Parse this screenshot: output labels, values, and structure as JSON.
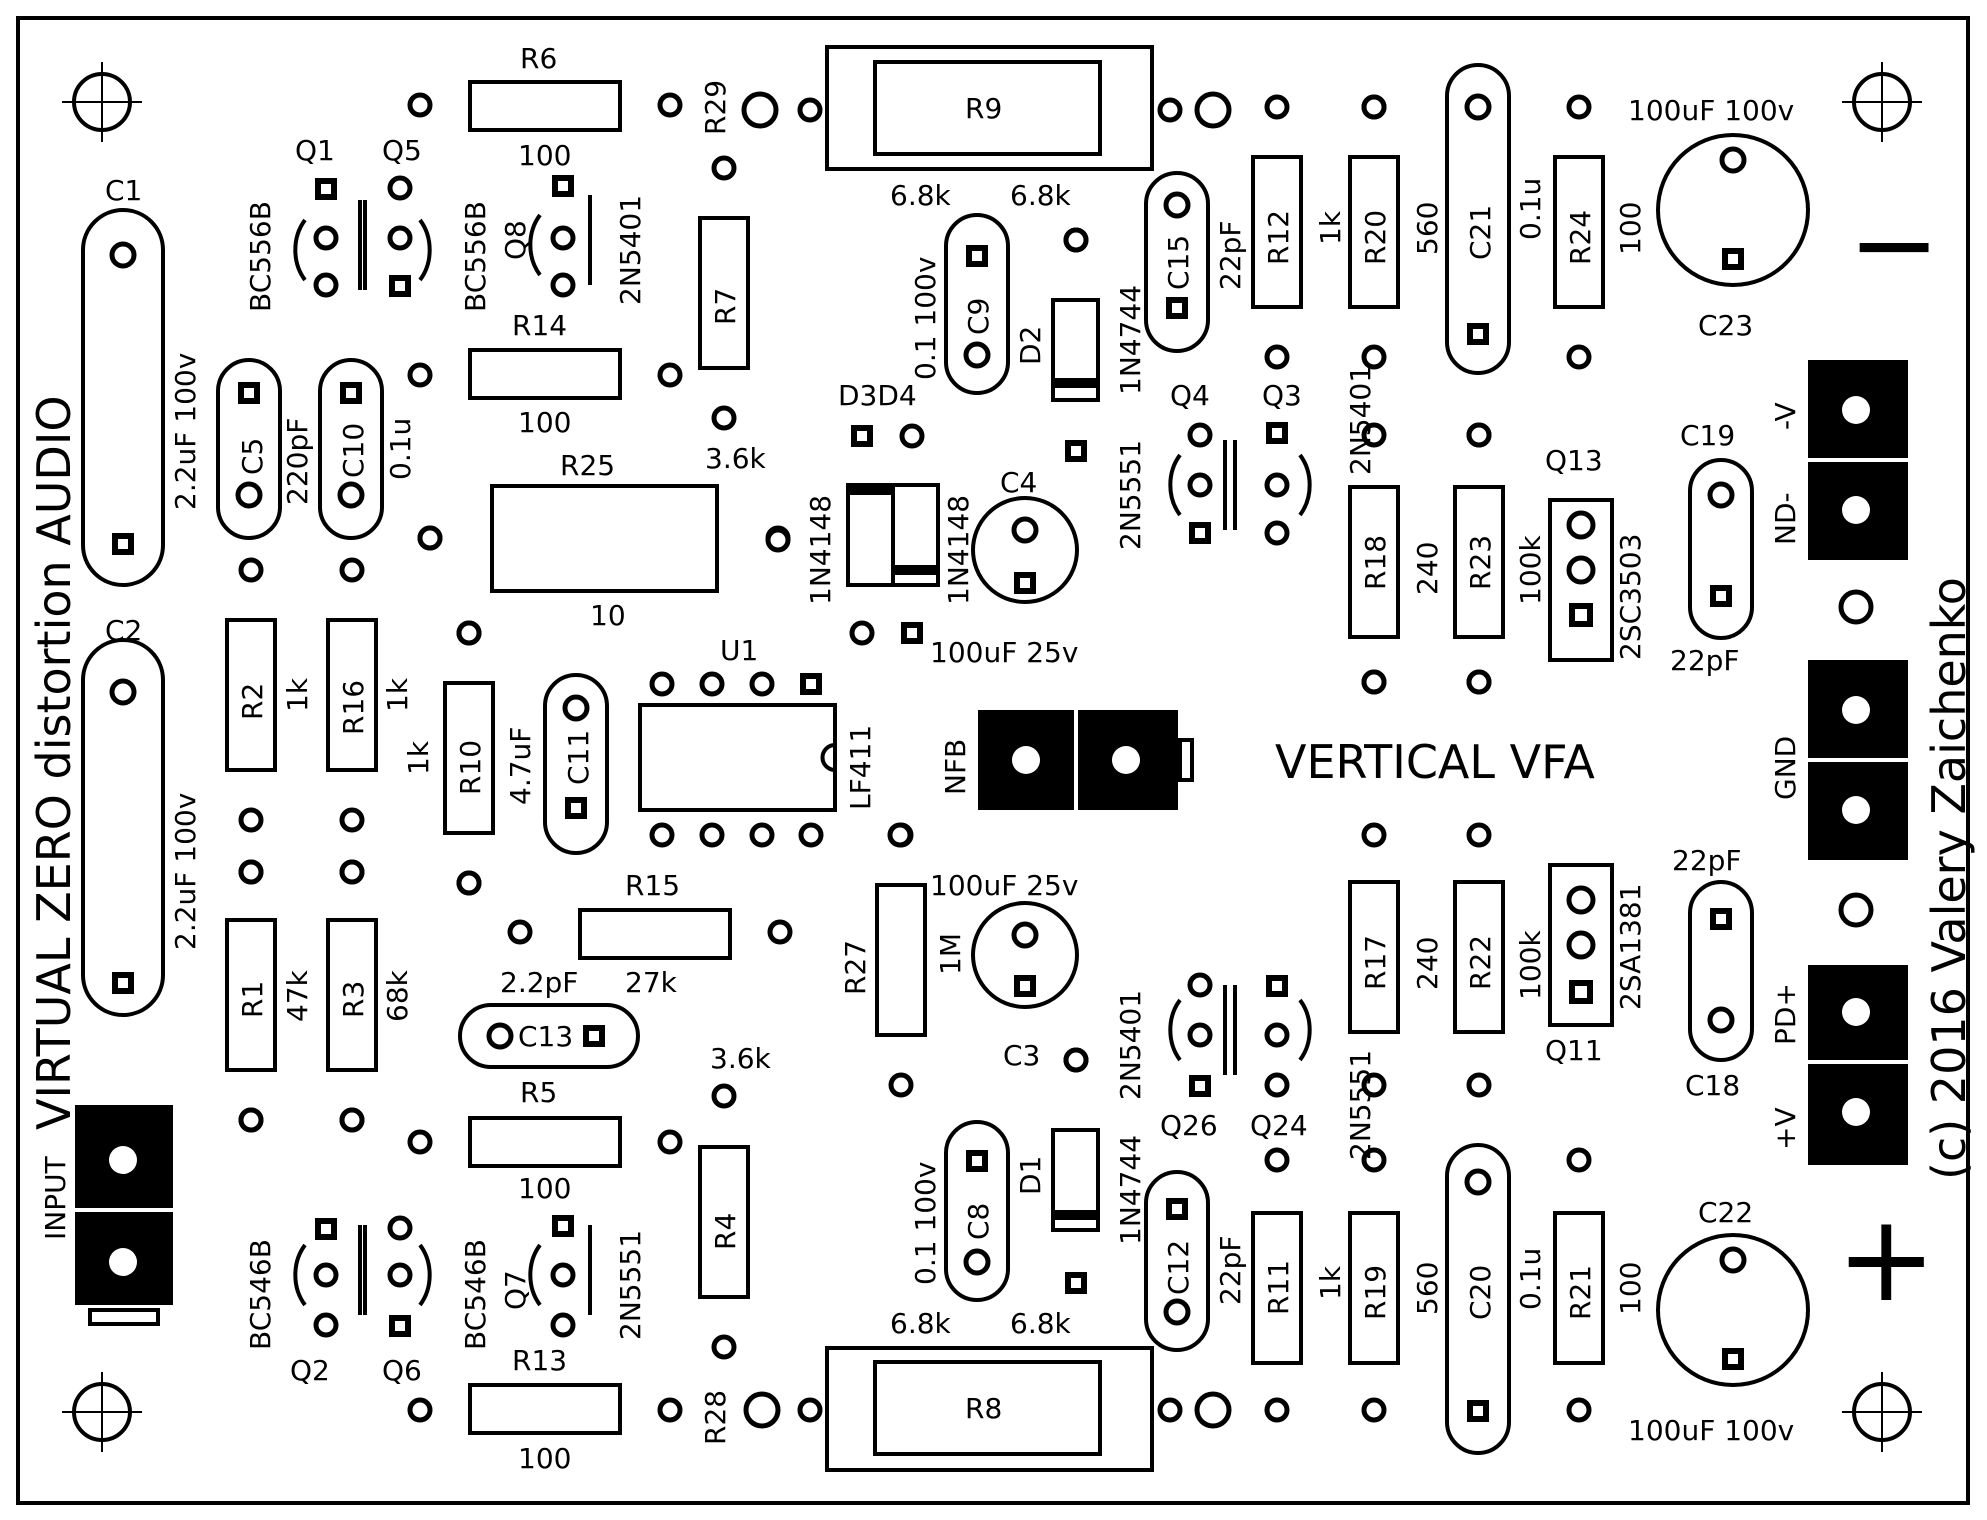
{
  "board": {
    "title": "VIRTUAL ZERO distortion AUDIO",
    "subtitle": "VERTICAL VFA",
    "credit": "(c) 2016 Valery Zaichenko"
  },
  "connectors": {
    "input": "INPUT",
    "nfb": "NFB",
    "nd_minus": "ND-",
    "minus_v": "-V",
    "gnd": "GND",
    "pd_plus": "PD+",
    "plus_v": "+V",
    "minus_sign": "−",
    "plus_sign": "+"
  },
  "resistors": {
    "R1": {
      "ref": "R1",
      "value": "47k"
    },
    "R2": {
      "ref": "R2",
      "value": "1k"
    },
    "R3": {
      "ref": "R3",
      "value": "68k"
    },
    "R4": {
      "ref": "R4",
      "value": "3.6k"
    },
    "R5": {
      "ref": "R5",
      "value": "100"
    },
    "R6": {
      "ref": "R6",
      "value": "100"
    },
    "R7": {
      "ref": "R7",
      "value": "3.6k"
    },
    "R8": {
      "ref": "R8",
      "value": "6.8k"
    },
    "R9": {
      "ref": "R9",
      "value": "6.8k"
    },
    "R10": {
      "ref": "R10",
      "value": "1k"
    },
    "R11": {
      "ref": "R11",
      "value": "1k"
    },
    "R12": {
      "ref": "R12",
      "value": "1k"
    },
    "R13": {
      "ref": "R13",
      "value": "100"
    },
    "R14": {
      "ref": "R14",
      "value": "100"
    },
    "R15": {
      "ref": "R15",
      "value": "27k"
    },
    "R16": {
      "ref": "R16",
      "value": "1k"
    },
    "R17": {
      "ref": "R17",
      "value": "240"
    },
    "R18": {
      "ref": "R18",
      "value": "240"
    },
    "R19": {
      "ref": "R19",
      "value": "560"
    },
    "R20": {
      "ref": "R20",
      "value": "560"
    },
    "R21": {
      "ref": "R21",
      "value": "100"
    },
    "R22": {
      "ref": "R22",
      "value": "100k"
    },
    "R23": {
      "ref": "R23",
      "value": "100k"
    },
    "R24": {
      "ref": "R24",
      "value": "100"
    },
    "R25": {
      "ref": "R25",
      "value": "10"
    },
    "R27": {
      "ref": "R27",
      "value": "1M"
    },
    "R28": {
      "ref": "R28",
      "value": "6.8k"
    },
    "R29": {
      "ref": "R29",
      "value": "6.8k"
    }
  },
  "capacitors": {
    "C1": {
      "ref": "C1",
      "value": "2.2uF 100v"
    },
    "C2": {
      "ref": "C2",
      "value": "2.2uF 100v"
    },
    "C3": {
      "ref": "C3",
      "value": "100uF 25v"
    },
    "C4": {
      "ref": "C4",
      "value": "100uF 25v"
    },
    "C5": {
      "ref": "C5",
      "value": "220pF"
    },
    "C8": {
      "ref": "C8",
      "value": "0.1 100v"
    },
    "C9": {
      "ref": "C9",
      "value": "0.1 100v"
    },
    "C10": {
      "ref": "C10",
      "value": "0.1u"
    },
    "C11": {
      "ref": "C11",
      "value": "4.7uF"
    },
    "C12": {
      "ref": "C12",
      "value": "22pF"
    },
    "C13": {
      "ref": "C13",
      "value": "2.2pF"
    },
    "C15": {
      "ref": "C15",
      "value": "22pF"
    },
    "C18": {
      "ref": "C18",
      "value": "22pF"
    },
    "C19": {
      "ref": "C19",
      "value": "22pF"
    },
    "C20": {
      "ref": "C20",
      "value": "0.1u"
    },
    "C21": {
      "ref": "C21",
      "value": "0.1u"
    },
    "C22": {
      "ref": "C22",
      "value": "100uF 100v"
    },
    "C23": {
      "ref": "C23",
      "value": "100uF 100v"
    }
  },
  "transistors": {
    "Q1": {
      "ref": "Q1",
      "type": "BC556B"
    },
    "Q2": {
      "ref": "Q2",
      "type": "BC546B"
    },
    "Q3": {
      "ref": "Q3",
      "type": "2N5401"
    },
    "Q4": {
      "ref": "Q4",
      "type": "2N5551"
    },
    "Q5": {
      "ref": "Q5",
      "type": "BC556B"
    },
    "Q6": {
      "ref": "Q6",
      "type": "BC546B"
    },
    "Q7": {
      "ref": "Q7",
      "type": "2N5551"
    },
    "Q8": {
      "ref": "Q8",
      "type": "2N5401"
    },
    "Q11": {
      "ref": "Q11",
      "type": "2SA1381"
    },
    "Q13": {
      "ref": "Q13",
      "type": "2SC3503"
    },
    "Q24": {
      "ref": "Q24",
      "type": "2N5551"
    },
    "Q26": {
      "ref": "Q26",
      "type": "2N5401"
    }
  },
  "diodes": {
    "D1": {
      "ref": "D1",
      "type": "1N4744"
    },
    "D2": {
      "ref": "D2",
      "type": "1N4744"
    },
    "D3D4": {
      "ref": "D3D4",
      "type": "1N4148"
    }
  },
  "ic": {
    "ref": "U1",
    "type": "LF411"
  },
  "colors": {
    "ink": "#000000",
    "paper": "#ffffff"
  }
}
